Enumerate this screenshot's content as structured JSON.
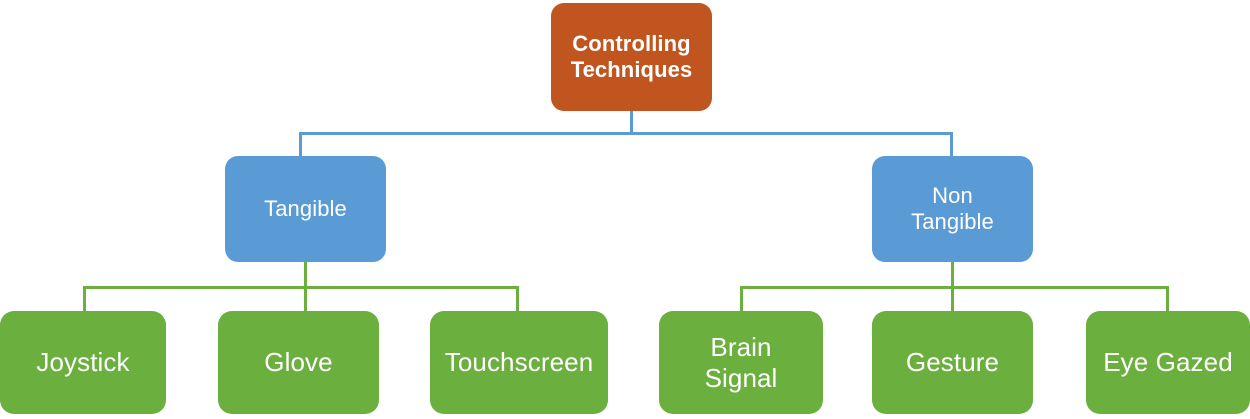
{
  "diagram": {
    "title": "Controlling Techniques",
    "type": "tree-hierarchy",
    "colors": {
      "root": "#C0551F",
      "branch": "#5B9BD5",
      "leaf": "#6BAF3F",
      "text": "#FFFFFF",
      "background": "#FFFFFF"
    },
    "root": {
      "label": "Controlling\nTechniques"
    },
    "branches": [
      {
        "label": "Tangible"
      },
      {
        "label": "Non\nTangible"
      }
    ],
    "leaves_tangible": [
      {
        "label": "Joystick"
      },
      {
        "label": "Glove"
      },
      {
        "label": "Touchscreen"
      }
    ],
    "leaves_non_tangible": [
      {
        "label": "Brain\nSignal"
      },
      {
        "label": "Gesture"
      },
      {
        "label": "Eye Gazed"
      }
    ]
  }
}
